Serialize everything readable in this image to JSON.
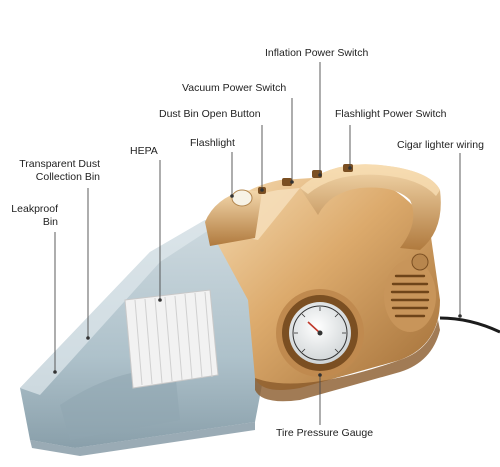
{
  "labels": {
    "inflation_power_switch": "Inflation Power Switch",
    "vacuum_power_switch": "Vacuum Power Switch",
    "dust_bin_open_button": "Dust Bin Open Button",
    "flashlight_power_switch": "Flashlight Power Switch",
    "flashlight": "Flashlight",
    "hepa": "HEPA",
    "cigar_lighter_wiring": "Cigar lighter wiring",
    "transparent_dust_line1": "Transparent Dust",
    "transparent_dust_line2": "Collection Bin",
    "leakproof_line1": "Leakproof",
    "leakproof_line2": "Bin",
    "tire_pressure_gauge": "Tire Pressure Gauge"
  },
  "colors": {
    "body_gold": "#d9a86a",
    "body_highlight": "#f3d7ad",
    "body_shadow": "#9c6a34",
    "bin_blue": "#a9bfc9",
    "filter_white": "#ececec",
    "leader_line": "#4a4a4a"
  }
}
